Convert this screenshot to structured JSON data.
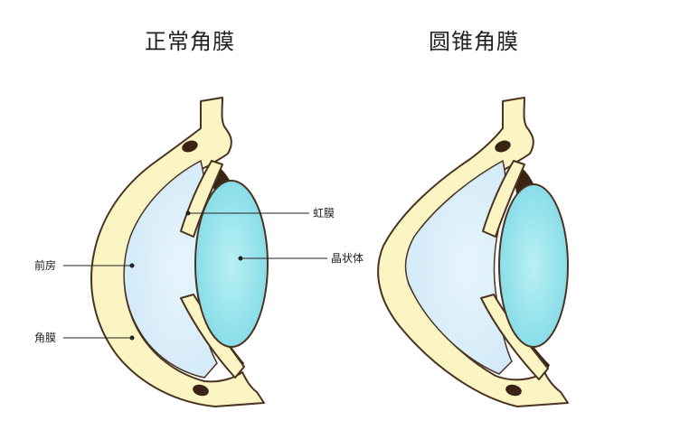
{
  "titles": {
    "left": "正常角膜",
    "right": "圆锥角膜"
  },
  "labels": {
    "iris": "虹膜",
    "lens": "晶状体",
    "anterior_chamber": "前房",
    "cornea": "角膜"
  },
  "colors": {
    "sclera_fill": "#fbf5c4",
    "outline": "#4a3320",
    "chamber_fill": "#dceffa",
    "lens_fill": "#8fe3ec",
    "lens_inner": "#b6eef4",
    "dark_tissue": "#3a2515",
    "leader_line": "#222222"
  }
}
